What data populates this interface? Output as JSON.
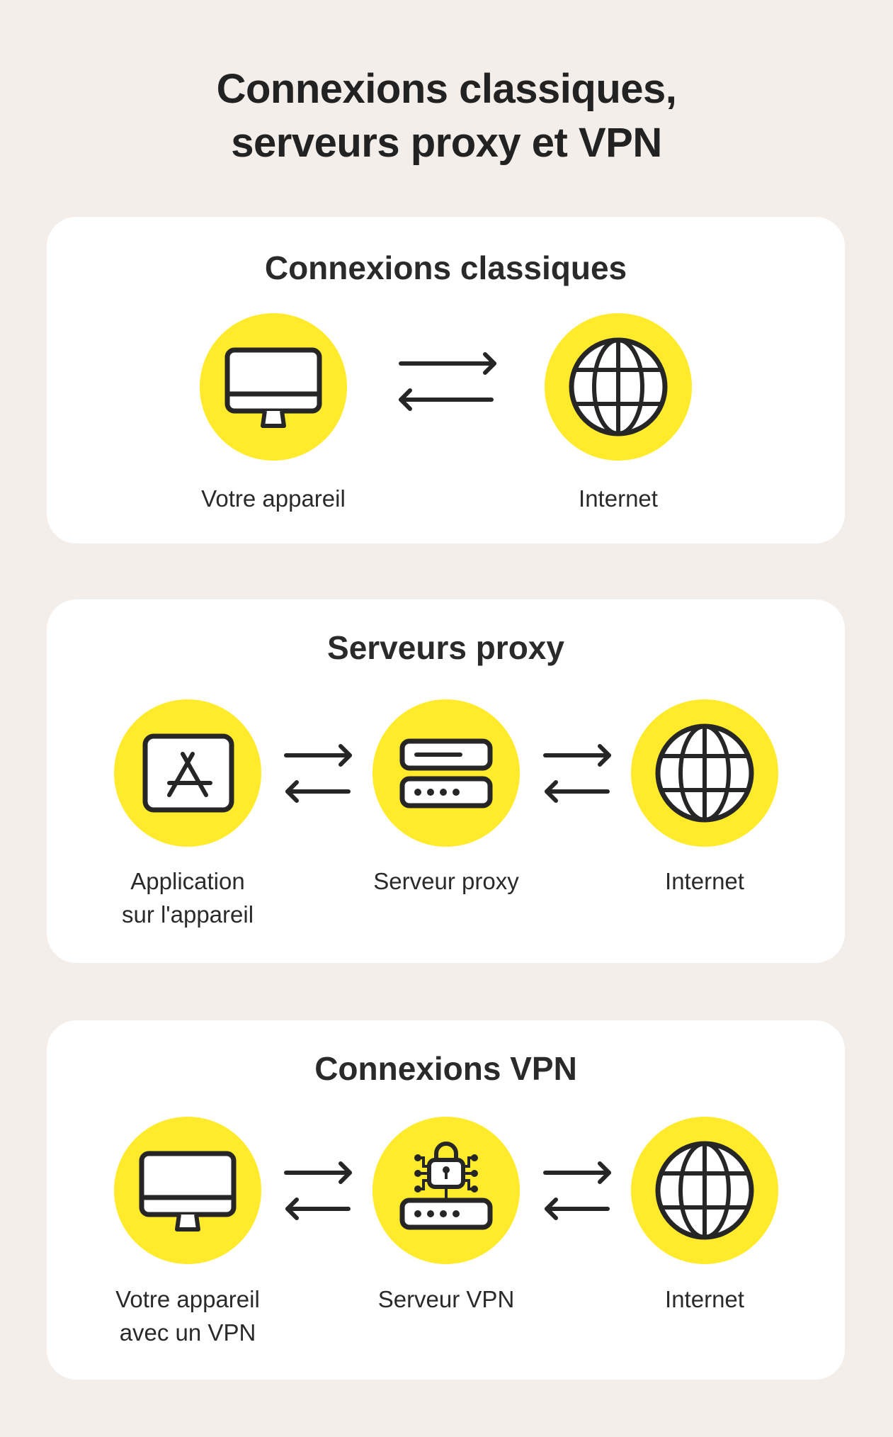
{
  "title": {
    "line1": "Connexions classiques,",
    "line2": "serveurs proxy et VPN"
  },
  "colors": {
    "background": "#f3eeea",
    "card": "#ffffff",
    "accent_yellow": "#ffeb2b",
    "ink": "#262626"
  },
  "sections": [
    {
      "title": "Connexions classiques",
      "nodes": [
        {
          "icon": "monitor-icon",
          "label_line1": "Votre appareil",
          "label_line2": ""
        },
        {
          "icon": "globe-icon",
          "label_line1": "Internet",
          "label_line2": ""
        }
      ]
    },
    {
      "title": "Serveurs proxy",
      "nodes": [
        {
          "icon": "app-store-icon",
          "label_line1": "Application",
          "label_line2": "sur l'appareil"
        },
        {
          "icon": "server-icon",
          "label_line1": "Serveur proxy",
          "label_line2": ""
        },
        {
          "icon": "globe-icon",
          "label_line1": "Internet",
          "label_line2": ""
        }
      ]
    },
    {
      "title": "Connexions VPN",
      "nodes": [
        {
          "icon": "monitor-icon",
          "label_line1": "Votre appareil",
          "label_line2": "avec un VPN"
        },
        {
          "icon": "vpn-server-lock-icon",
          "label_line1": "Serveur VPN",
          "label_line2": ""
        },
        {
          "icon": "globe-icon",
          "label_line1": "Internet",
          "label_line2": ""
        }
      ]
    }
  ]
}
